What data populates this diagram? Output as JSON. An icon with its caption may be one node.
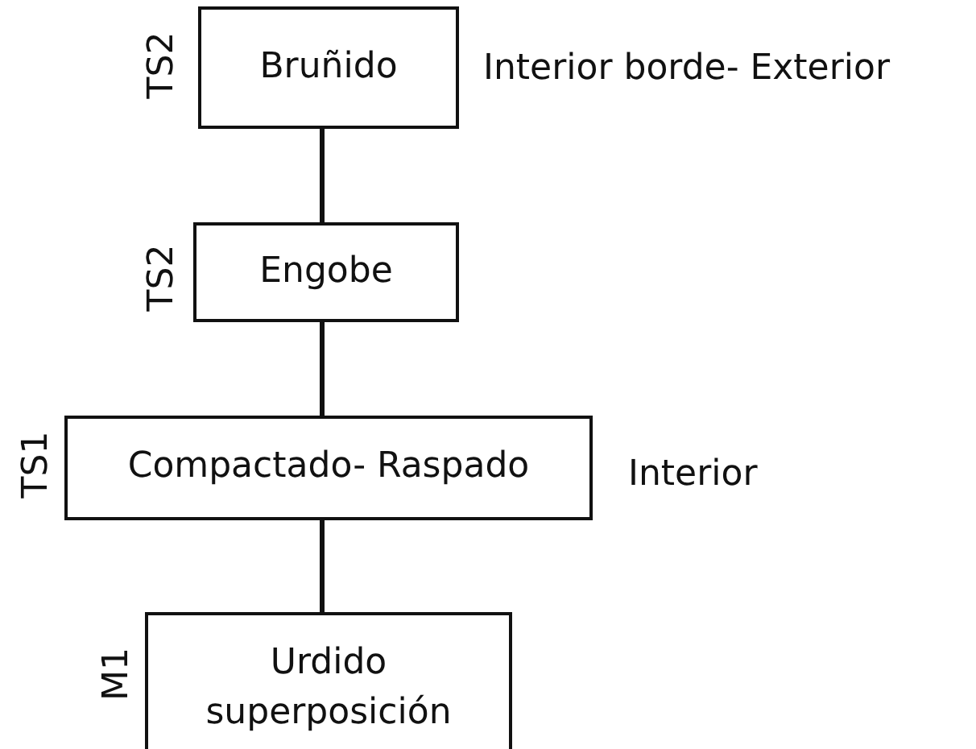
{
  "diagram": {
    "nodes": [
      {
        "text": [
          "Bruñido"
        ],
        "beside": [
          "TS2",
          "Interior borde- Exterior"
        ]
      },
      {
        "text": [
          "Engobe"
        ],
        "beside": [
          "TS2"
        ]
      },
      {
        "text": [
          "Compactado- Raspado"
        ],
        "beside": [
          "TS1",
          "Interior"
        ]
      },
      {
        "text": [
          "Urdido superposición"
        ],
        "beside": [
          "M1"
        ]
      }
    ],
    "edges": [
      {
        "from": 0,
        "to": 1,
        "arrow": "none"
      },
      {
        "from": 1,
        "to": 2,
        "arrow": "none"
      },
      {
        "from": 2,
        "to": 3,
        "arrow": "none"
      }
    ]
  }
}
